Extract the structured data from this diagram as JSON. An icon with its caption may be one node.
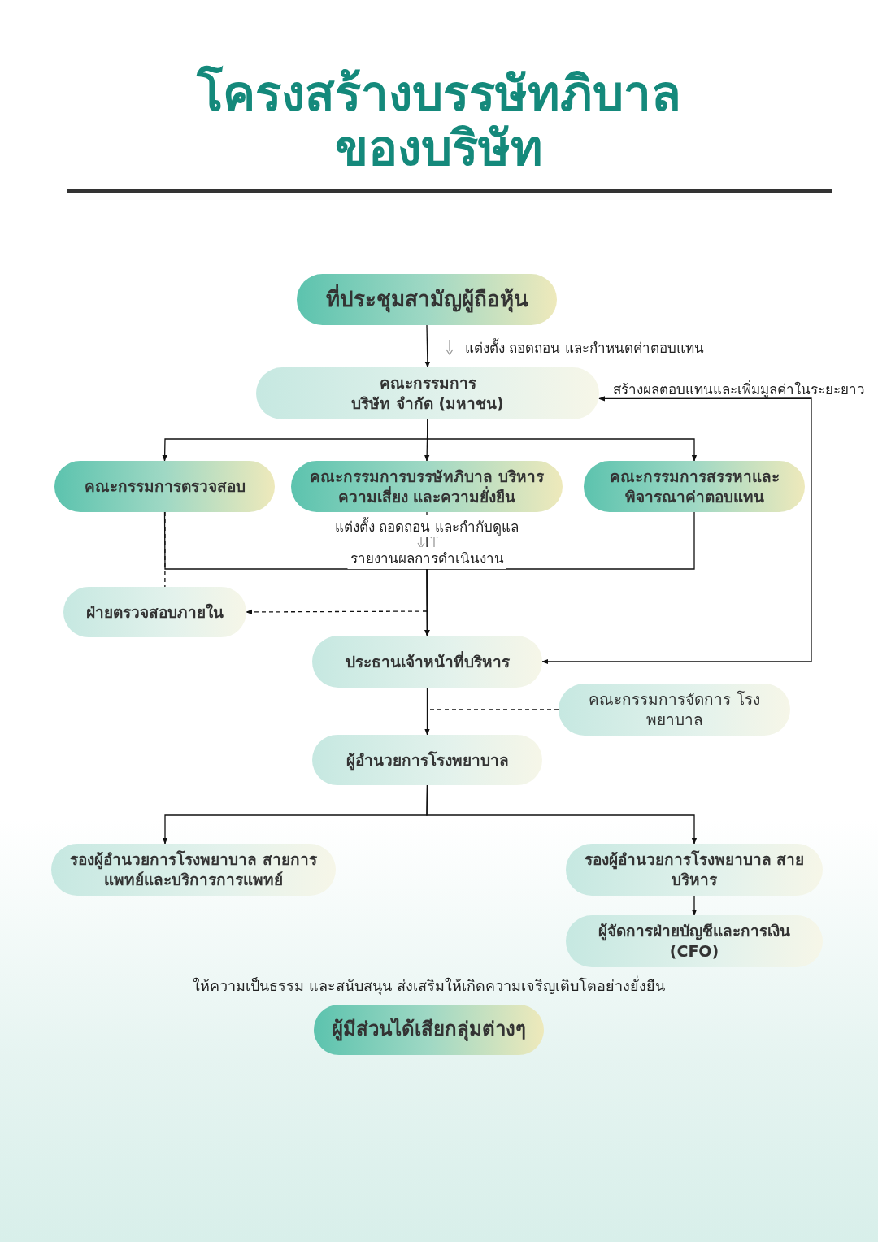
{
  "diagram": {
    "title": "โครงสร้างบรรษัทภิบาลของบริษัท",
    "nodes": [
      {
        "text": [
          "ที่ประชุมสามัญผู้ถือหุ้น"
        ]
      },
      {
        "text": [
          "คณะกรรมการ",
          "บริษัท จำกัด (มหาชน)"
        ]
      },
      {
        "text": [
          "คณะกรรมการตรวจสอบ"
        ]
      },
      {
        "text": [
          "คณะกรรมการบรรษัทภิบาล บริหารความเสี่ยง และความยั่งยืน"
        ]
      },
      {
        "text": [
          "คณะกรรมการสรรหาและ พิจารณาค่าตอบแทน"
        ]
      },
      {
        "text": [
          "ฝ่ายตรวจสอบภายใน"
        ]
      },
      {
        "text": [
          "ประธานเจ้าหน้าที่บริหาร"
        ]
      },
      {
        "text": [
          "คณะกรรมการจัดการ โรงพยาบาล"
        ]
      },
      {
        "text": [
          "ผู้อำนวยการโรงพยาบาล"
        ]
      },
      {
        "text": [
          "รองผู้อำนวยการโรงพยาบาล สายการแพทย์และบริการการแพทย์"
        ]
      },
      {
        "text": [
          "รองผู้อำนวยการโรงพยาบาล สายบริหาร"
        ]
      },
      {
        "text": [
          "ผู้จัดการฝ่ายบัญชีและการเงิน (CFO)"
        ]
      },
      {
        "text": [
          "ผู้มีส่วนได้เสียกลุ่มต่างๆ"
        ],
        "beside": [
          "ให้ความเป็นธรรม และสนับสนุน ส่งเสริมให้เกิดความเจริญเติบโตอย่างยั่งยืน"
        ]
      }
    ],
    "edges": [
      {
        "from": 0,
        "to": 1,
        "arrow": "to",
        "label": "แต่งตั้ง ถอดถอน และกำหนดค่าตอบแทน"
      },
      {
        "from": 1,
        "to": 2,
        "arrow": "to"
      },
      {
        "from": 1,
        "to": 3,
        "arrow": "to"
      },
      {
        "from": 1,
        "to": 4,
        "arrow": "to"
      },
      {
        "from": 2,
        "to": 6,
        "arrow": "to"
      },
      {
        "from": 3,
        "to": 6,
        "arrow": "to"
      },
      {
        "from": 4,
        "to": 6,
        "arrow": "to"
      },
      {
        "from": 2,
        "to": 5,
        "arrow": "none",
        "style": "dashed"
      },
      {
        "from": null,
        "to": 5,
        "arrow": "to",
        "style": "dashed"
      },
      {
        "from": 6,
        "to": 1,
        "arrow": "both",
        "label": "สร้างผลตอบแทนและเพิ่มมูลค่าในระยะยาว"
      },
      {
        "from": 6,
        "to": 8,
        "arrow": "to"
      },
      {
        "from": 7,
        "to": null,
        "arrow": "none",
        "style": "dashed"
      },
      {
        "from": 8,
        "to": 9,
        "arrow": "to"
      },
      {
        "from": 8,
        "to": 10,
        "arrow": "to"
      },
      {
        "from": 10,
        "to": 11,
        "arrow": "to"
      }
    ],
    "labels": [
      "แต่งตั้ง ถอดถอน และกำกับดูแล",
      "รายงานผลการดำเนินงาน"
    ]
  }
}
